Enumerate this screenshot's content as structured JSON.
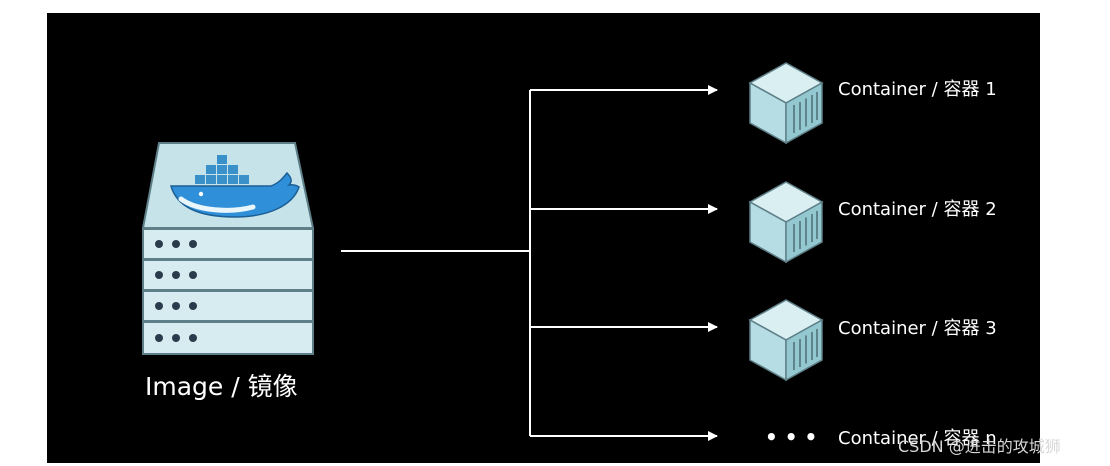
{
  "image_node": {
    "label": "Image / 镜像",
    "icon": "docker-whale-server-icon"
  },
  "containers": [
    {
      "label": "Container / 容器 1",
      "icon": "container-cube-icon"
    },
    {
      "label": "Container / 容器 2",
      "icon": "container-cube-icon"
    },
    {
      "label": "Container / 容器 3",
      "icon": "container-cube-icon"
    },
    {
      "label": "Container / 容器 n",
      "icon": "ellipsis-icon",
      "marker": "• • •"
    }
  ],
  "watermark": "CSDN @进击的攻城狮",
  "colors": {
    "background": "#000000",
    "line": "#ffffff",
    "cube_light": "#d9eff2",
    "cube_mid": "#b6dde3",
    "cube_dark": "#93c8d1",
    "server_body": "#d7ecf0",
    "server_top": "#c6e3ea",
    "whale": "#2f8fd8",
    "dots": "#2a3b4c"
  }
}
